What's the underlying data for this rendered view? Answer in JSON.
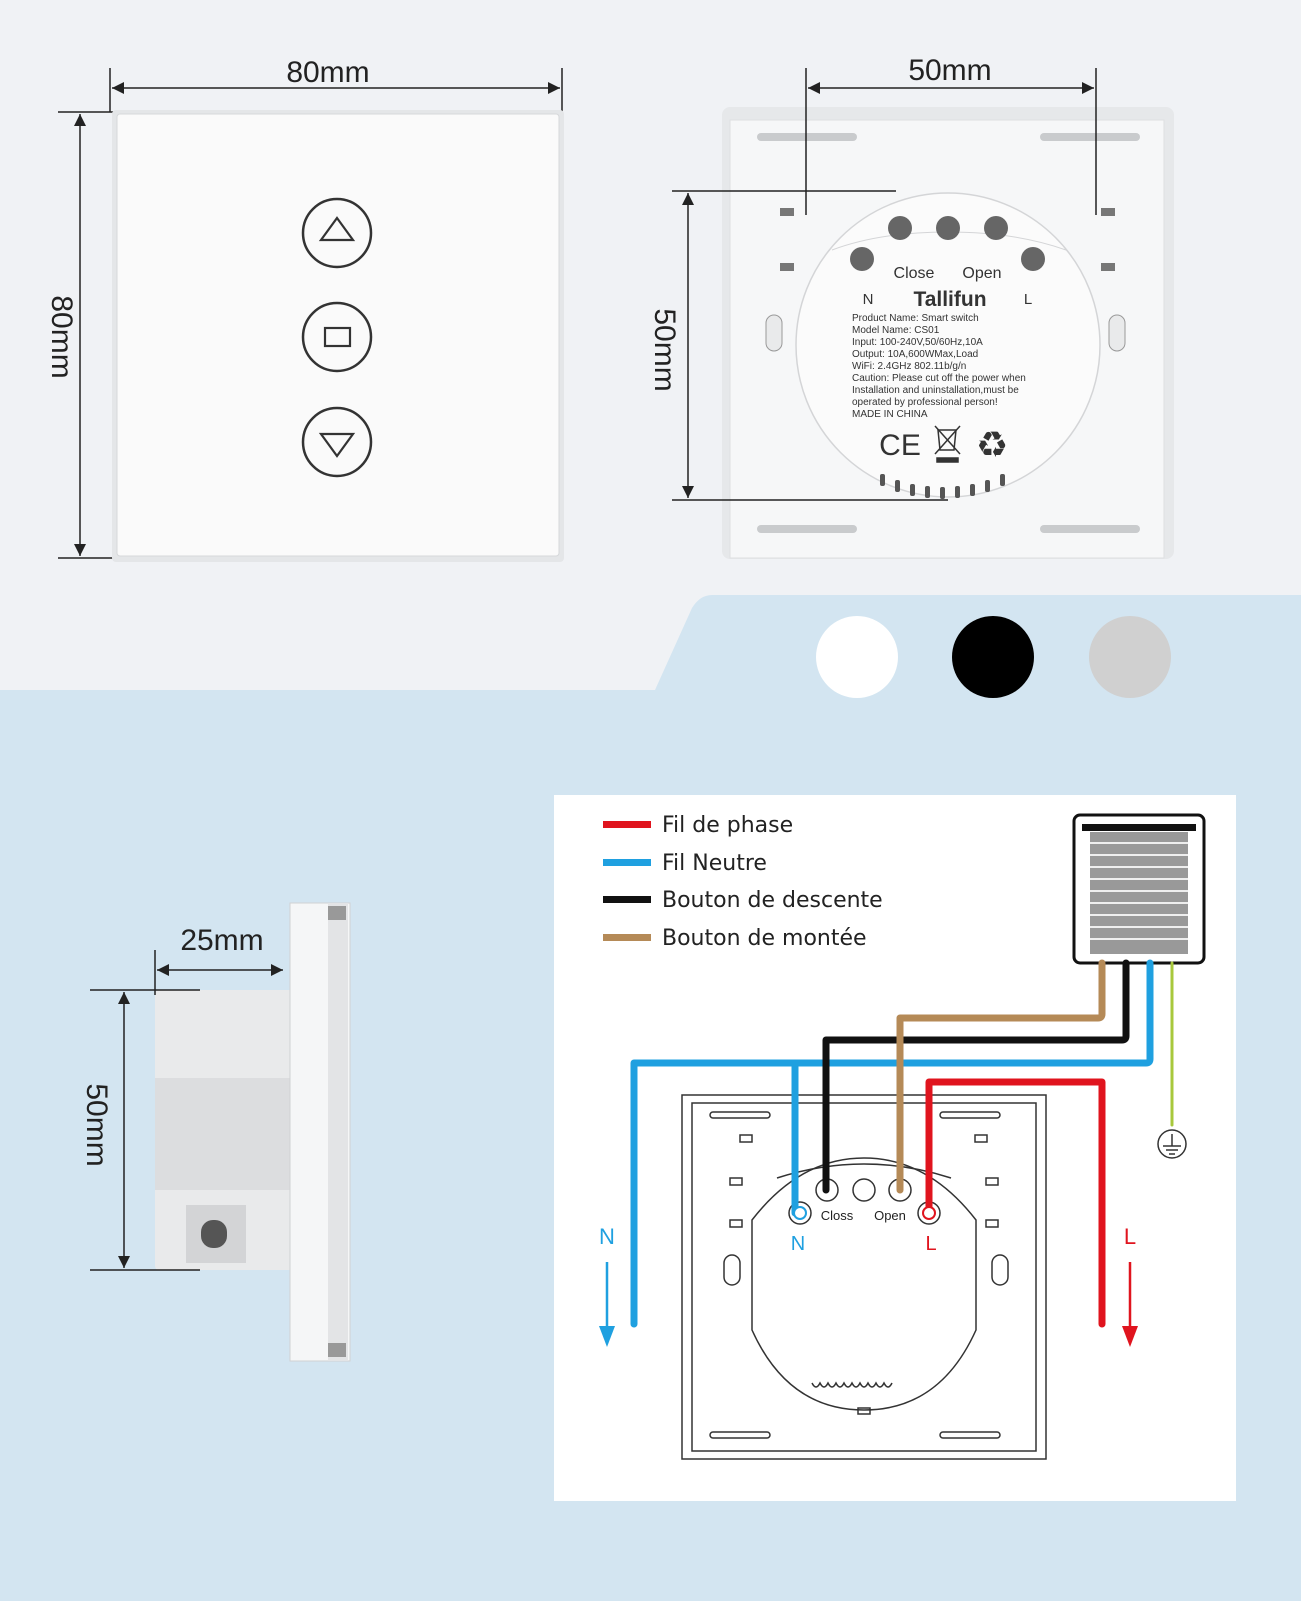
{
  "dimensions": {
    "front_width": "80mm",
    "front_height": "80mm",
    "back_width": "50mm",
    "back_height": "50mm",
    "side_depth": "25mm",
    "side_height": "50mm"
  },
  "back_panel": {
    "close_label": "Close",
    "open_label": "Open",
    "n_label": "N",
    "l_label": "L",
    "brand": "Tallifun",
    "product_name": "Product Name: Smart switch",
    "model_name": "Model Name: CS01",
    "input": "Input: 100-240V,50/60Hz,10A",
    "output": "Output: 10A,600WMax,Load",
    "wifi": "WiFi: 2.4GHz 802.11b/g/n",
    "caution_1": "Caution: Please cut off the power when",
    "caution_2": "Installation and uninstallation,must be",
    "caution_3": "operated by professional person!",
    "made_in": "MADE IN CHINA",
    "ce_mark": "CE"
  },
  "color_options": [
    {
      "name": "white",
      "hex": "#ffffff"
    },
    {
      "name": "black",
      "hex": "#000000"
    },
    {
      "name": "gray",
      "hex": "#d0d0d0"
    }
  ],
  "legend": [
    {
      "label": "Fil de phase",
      "color": "#e0141e"
    },
    {
      "label": "Fil Neutre",
      "color": "#1fa0e0"
    },
    {
      "label": "Bouton de descente",
      "color": "#111111"
    },
    {
      "label": "Bouton de montée",
      "color": "#b58a57"
    }
  ],
  "wiring": {
    "n_left": "N",
    "l_right": "L",
    "n_terminal": "N",
    "l_terminal": "L",
    "close_terminal": "Closs",
    "open_terminal": "Open"
  },
  "colors": {
    "top_bg": "#f0f2f5",
    "bottom_bg": "#d3e5f1",
    "phase": "#e0141e",
    "neutral": "#1fa0e0",
    "down": "#111111",
    "up": "#b58a57",
    "ground": "#a8c83c"
  }
}
